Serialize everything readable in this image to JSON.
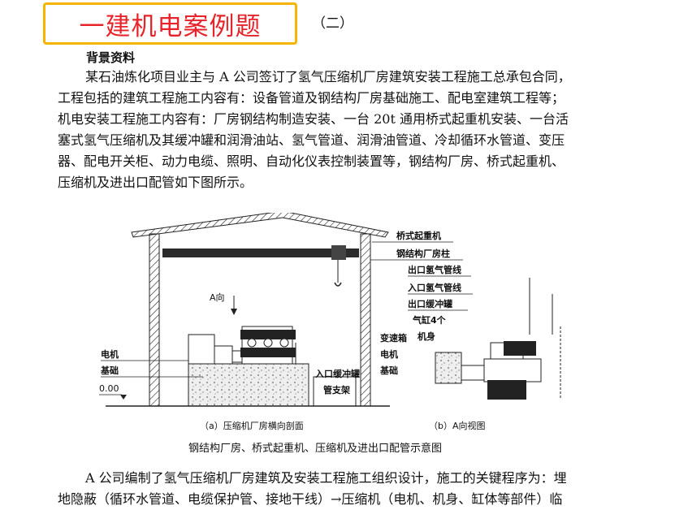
{
  "header": {
    "title": "一建机电案例题",
    "section_no": "（二）"
  },
  "heading": "背景资料",
  "paragraph1": [
    "某石油炼化项目业主与 A 公司签订了氢气压缩机厂房建筑安装工程施工总承包合同，",
    "工程包括的建筑工程施工内容有：设备管道及钢结构厂房基础施工、配电室建筑工程等；",
    "机电安装工程施工内容有：厂房钢结构制造安装、一台 20t 通用桥式起重机安装、一台活",
    "塞式氢气压缩机及其缓冲罐和润滑油站、氢气管道、润滑油管道、冷却循环水管道、变压",
    "器、配电开关柜、动力电缆、照明、自动化仪表控制装置等，钢结构厂房、桥式起重机、",
    "压缩机及进出口配管如下图所示。"
  ],
  "figure": {
    "labels_a": {
      "direction": "A向",
      "motor": "电机",
      "foundation": "基础",
      "elevation": "0.00",
      "inlet_buffer": "入口缓冲罐",
      "pipe_support": "管支架"
    },
    "labels_right": {
      "crane": "桥式起重机",
      "column": "钢结构厂房柱",
      "outlet_pipe": "出口氢气管线",
      "inlet_pipe": "入口氢气管线",
      "outlet_buffer": "出口缓冲罐",
      "cylinders": "气缸4个",
      "body": "机身"
    },
    "labels_b": {
      "gearbox": "变速箱",
      "motor": "电机",
      "foundation": "基础"
    },
    "caption_a": "（a）压缩机厂房横向剖面",
    "caption_b": "（b）A向视图",
    "caption": "钢结构厂房、桥式起重机、压缩机及进出口配管示意图"
  },
  "paragraph2": [
    "A 公司编制了氢气压缩机厂房建筑及安装工程施工组织设计，施工的关键程序为：埋",
    "地隐蔽（循环水管道、电缆保护管、接地干线）→压缩机（电机、机身、缸体等部件）临"
  ]
}
